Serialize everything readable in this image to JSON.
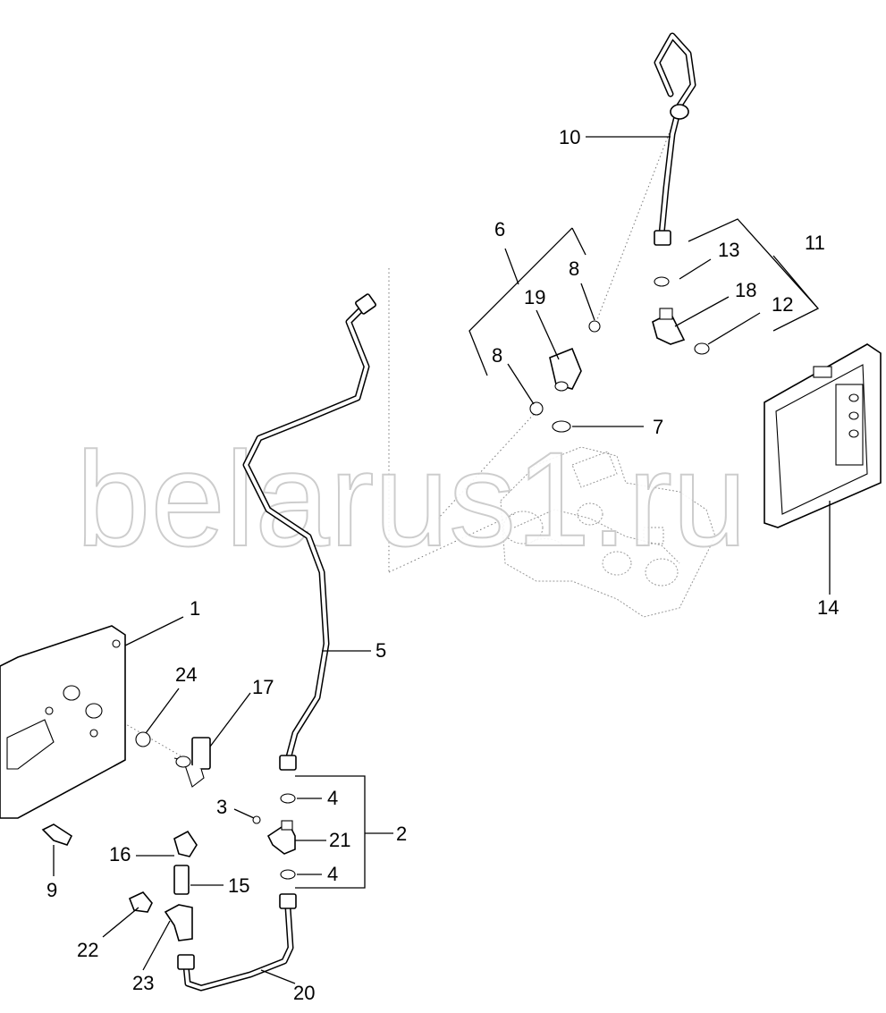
{
  "watermark": "belarus1.ru",
  "callouts": {
    "c1": "1",
    "c2": "2",
    "c3": "3",
    "c4a": "4",
    "c4b": "4",
    "c5": "5",
    "c6": "6",
    "c7": "7",
    "c8a": "8",
    "c8b": "8",
    "c9": "9",
    "c10": "10",
    "c11": "11",
    "c12": "12",
    "c13": "13",
    "c14": "14",
    "c15": "15",
    "c16": "16",
    "c17": "17",
    "c18": "18",
    "c19": "19",
    "c20": "20",
    "c21": "21",
    "c22": "22",
    "c23": "23",
    "c24": "24"
  }
}
